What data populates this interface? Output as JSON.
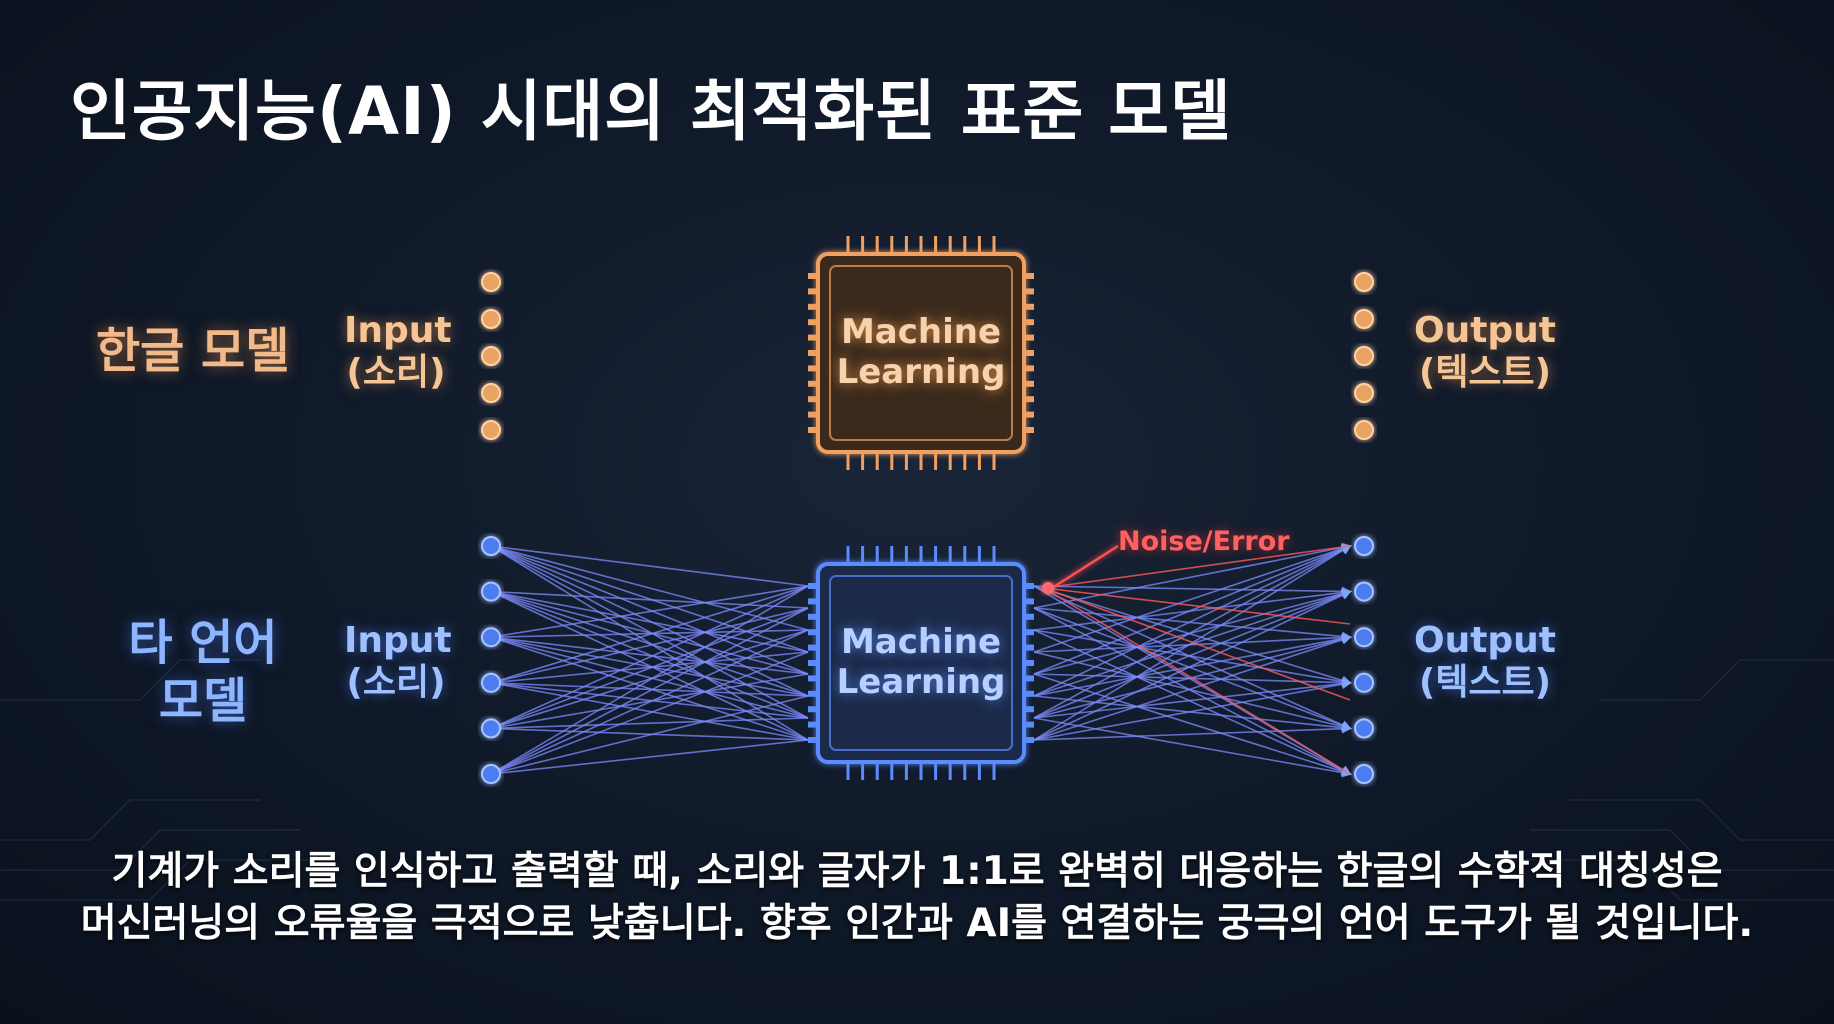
{
  "title": "인공지능(AI) 시대의 최적화된 표준 모델",
  "models": {
    "hangul": {
      "label": "한글 모델",
      "input_line1": "Input",
      "input_line2": "(소리)",
      "chip_line1": "Machine",
      "chip_line2": "Learning",
      "output_line1": "Output",
      "output_line2": "(텍스트)",
      "input_nodes": 5,
      "output_nodes": 5,
      "color": "#f0a060"
    },
    "other": {
      "label_line1": "타 언어",
      "label_line2": "모델",
      "input_line1": "Input",
      "input_line2": "(소리)",
      "chip_line1": "Machine",
      "chip_line2": "Learning",
      "output_line1": "Output",
      "output_line2": "(텍스트)",
      "input_nodes": 6,
      "output_nodes": 6,
      "noise_label": "Noise/Error",
      "color": "#5a8cff",
      "noise_color": "#ff4a4a"
    }
  },
  "caption": {
    "line1": "기계가 소리를 인식하고 출력할 때, 소리와 글자가 1:1로 완벽히 대응하는 한글의 수학적 대칭성은",
    "line2": "머신러닝의 오류율을 극적으로 낮춥니다. 향후 인간과 AI를 연결하는 궁극의 언어 도구가 될 것입니다."
  }
}
